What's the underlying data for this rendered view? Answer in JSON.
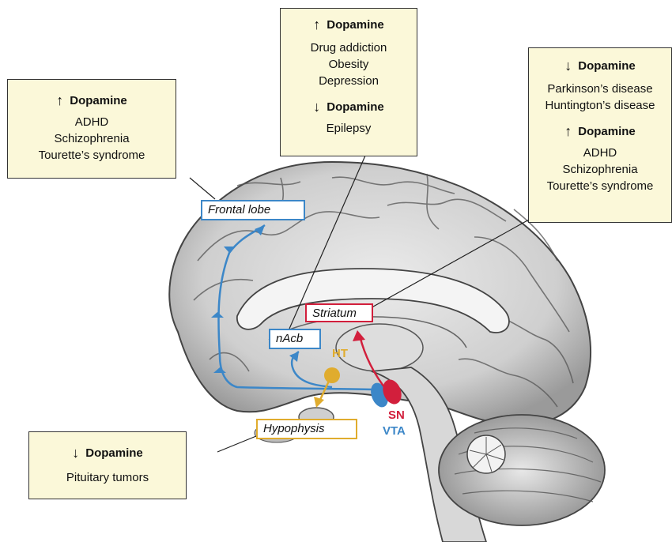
{
  "boxes": {
    "left": {
      "dir": "↑",
      "title": "Dopamine",
      "items": [
        "ADHD",
        "Schizophrenia",
        "Tourette’s syndrome"
      ]
    },
    "top": {
      "first": {
        "dir": "↑",
        "title": "Dopamine",
        "items": [
          "Drug addiction",
          "Obesity",
          "Depression"
        ]
      },
      "second": {
        "dir": "↓",
        "title": "Dopamine",
        "items": [
          "Epilepsy"
        ]
      }
    },
    "right": {
      "first": {
        "dir": "↓",
        "title": "Dopamine",
        "items": [
          "Parkinson’s disease",
          "Huntington’s disease"
        ]
      },
      "second": {
        "dir": "↑",
        "title": "Dopamine",
        "items": [
          "ADHD",
          "Schizophrenia",
          "Tourette’s syndrome"
        ]
      }
    },
    "bottom": {
      "dir": "↓",
      "title": "Dopamine",
      "items": [
        "Pituitary tumors"
      ]
    }
  },
  "labels": {
    "frontal": "Frontal lobe",
    "striatum": "Striatum",
    "nacb": "nAcb",
    "hypophysis": "Hypophysis",
    "ht": "HT",
    "sn": "SN",
    "vta": "VTA"
  },
  "colors": {
    "mesocortical": "#3c87c8",
    "nigrostriatal": "#d21f3c",
    "tuberoinfundibular": "#e0ac2e",
    "note_bg": "#fbf8d9"
  }
}
